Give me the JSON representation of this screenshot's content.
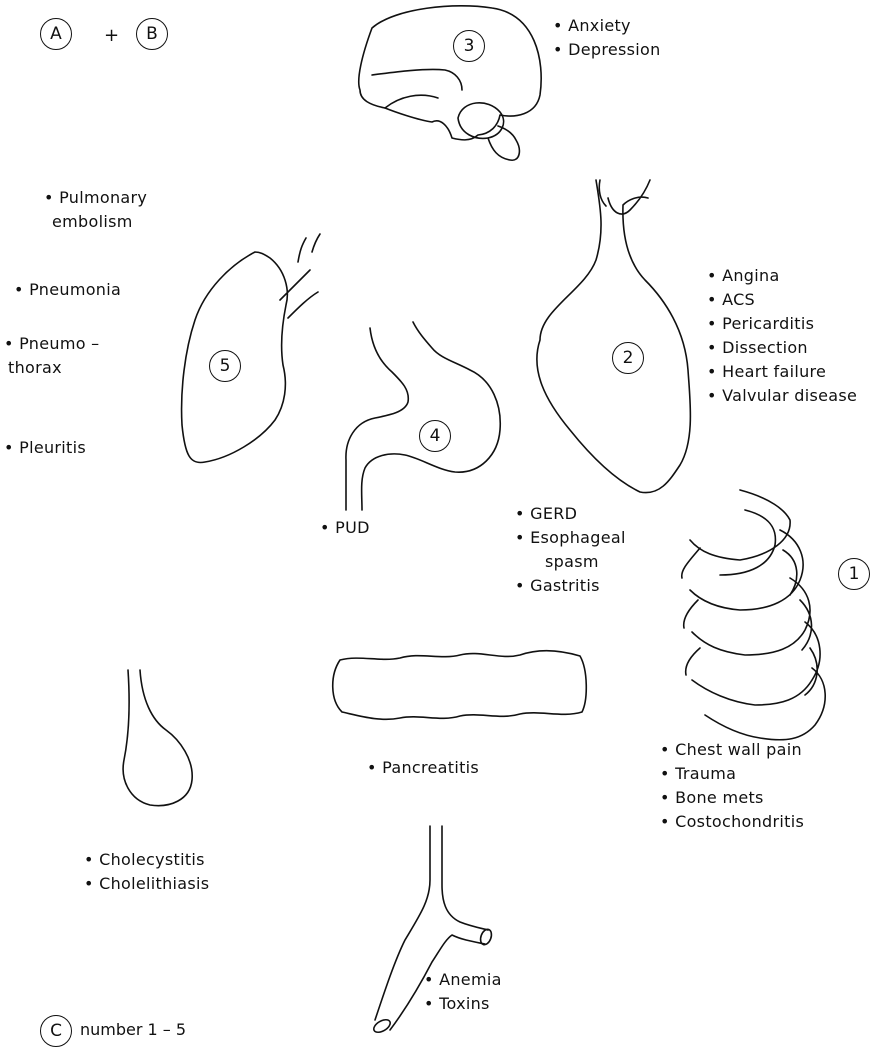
{
  "legend": {
    "a": "A",
    "plus": "+",
    "b": "B",
    "c": "C",
    "c_text": "number 1 – 5"
  },
  "markers": {
    "one": "1",
    "two": "2",
    "three": "3",
    "four": "4",
    "five": "5"
  },
  "brain": {
    "items": [
      "• Anxiety",
      "• Depression"
    ]
  },
  "lung": {
    "pulmonary": [
      "• Pulmonary",
      "embolism"
    ],
    "pneumonia": "• Pneumonia",
    "pneumothorax": [
      "• Pneumo –",
      "thorax"
    ],
    "pleuritis": "• Pleuritis"
  },
  "heart": {
    "items": [
      "• Angina",
      "• ACS",
      "• Pericarditis",
      "• Dissection",
      "• Heart failure",
      "• Valvular disease"
    ]
  },
  "stomach": {
    "pud": "• PUD",
    "items": [
      "• GERD",
      "• Esophageal",
      "spasm",
      "• Gastritis"
    ]
  },
  "ribs": {
    "items": [
      "• Chest wall pain",
      "• Trauma",
      "• Bone mets",
      "• Costochondritis"
    ]
  },
  "pancreas": {
    "item": "• Pancreatitis"
  },
  "gallbladder": {
    "items": [
      "• Cholecystitis",
      "• Cholelithiasis"
    ]
  },
  "aorta": {
    "items": [
      "• Anemia",
      "• Toxins"
    ]
  }
}
